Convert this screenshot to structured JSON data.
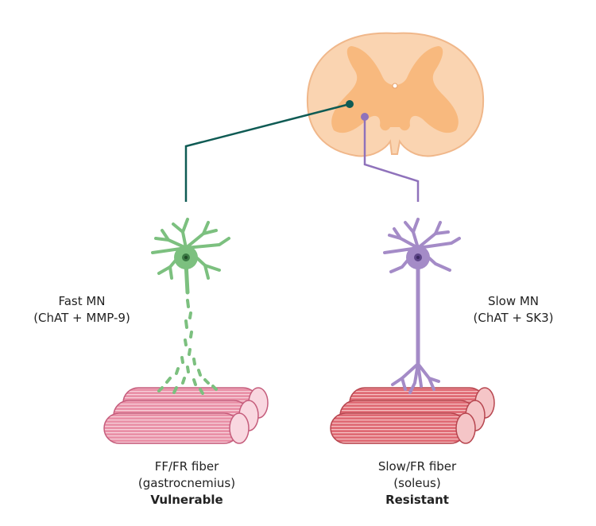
{
  "fast": {
    "name": "Fast MN",
    "markers": "(ChAT + MMP-9)",
    "fiber_type": "FF/FR fiber",
    "muscle": "(gastrocnemius)",
    "status": "Vulnerable",
    "color": "#7cc07f",
    "tract_color": "#0f5b54",
    "muscle_color": "#e58aa2"
  },
  "slow": {
    "name": "Slow MN",
    "markers": "(ChAT + SK3)",
    "fiber_type": "Slow/FR fiber",
    "muscle": "(soleus)",
    "status": "Resistant",
    "color": "#a48bc7",
    "tract_color": "#8f72bb",
    "muscle_color": "#e06b78"
  },
  "spinal_cord": {
    "white_matter_color": "#fad4b1",
    "gray_matter_color": "#f8b97e"
  }
}
